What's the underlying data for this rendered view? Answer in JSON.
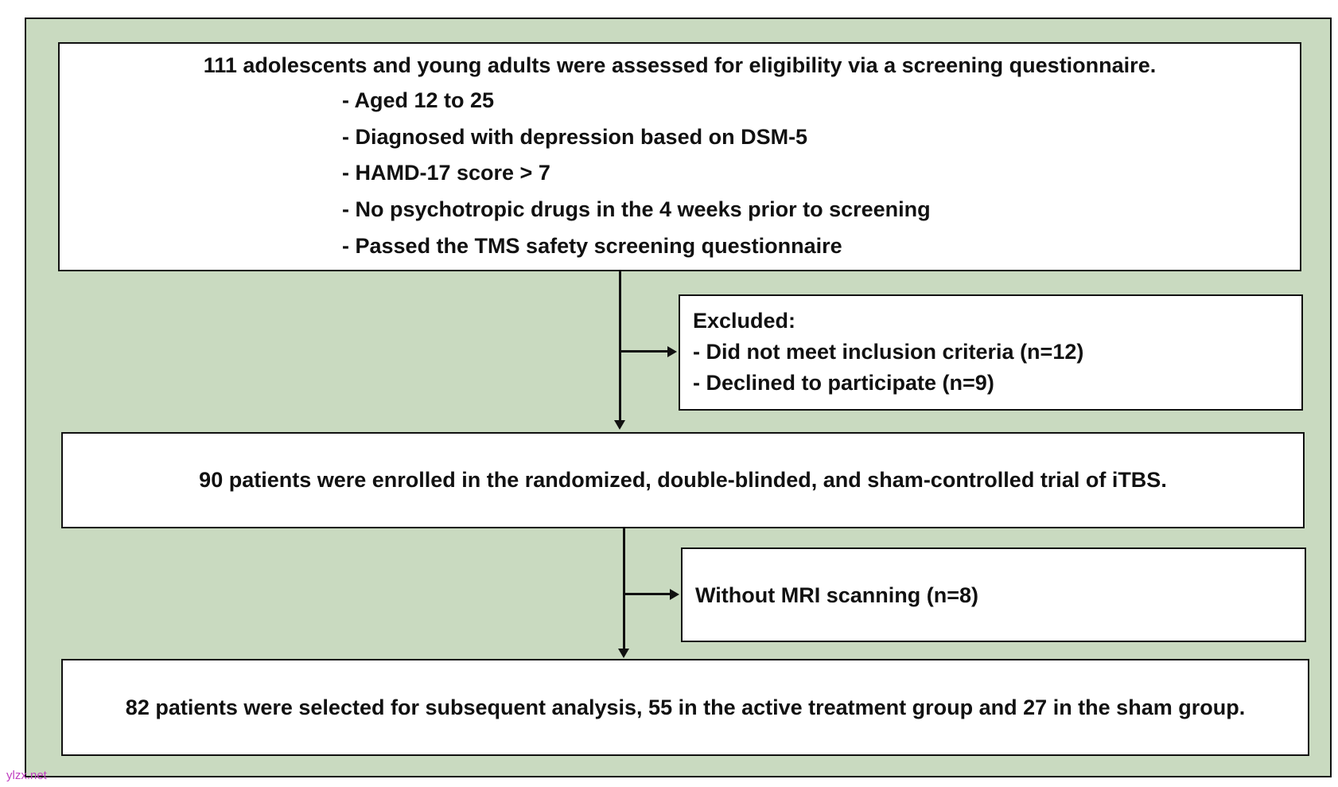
{
  "screening": {
    "title": "111 adolescents and young adults were assessed for eligibility via a screening questionnaire.",
    "criteria": [
      "- Aged 12 to 25",
      "- Diagnosed with depression based on DSM-5",
      "- HAMD-17 score > 7",
      "- No psychotropic drugs in the 4 weeks prior to screening",
      "- Passed the TMS safety screening questionnaire"
    ]
  },
  "excluded": {
    "heading": "Excluded:",
    "items": [
      "- Did not meet inclusion criteria (n=12)",
      "- Declined to participate (n=9)"
    ]
  },
  "enrolled": {
    "text": "90 patients were enrolled in the randomized, double-blinded, and sham-controlled trial of iTBS."
  },
  "no_mri": {
    "text": "Without MRI scanning (n=8)"
  },
  "analysis": {
    "text": "82 patients were selected for subsequent analysis, 55 in the active treatment group and 27 in the sham group."
  },
  "watermark": "ylzx.net",
  "colors": {
    "panel_background": "#c9dac0",
    "box_background": "#ffffff",
    "stroke": "#111111"
  }
}
